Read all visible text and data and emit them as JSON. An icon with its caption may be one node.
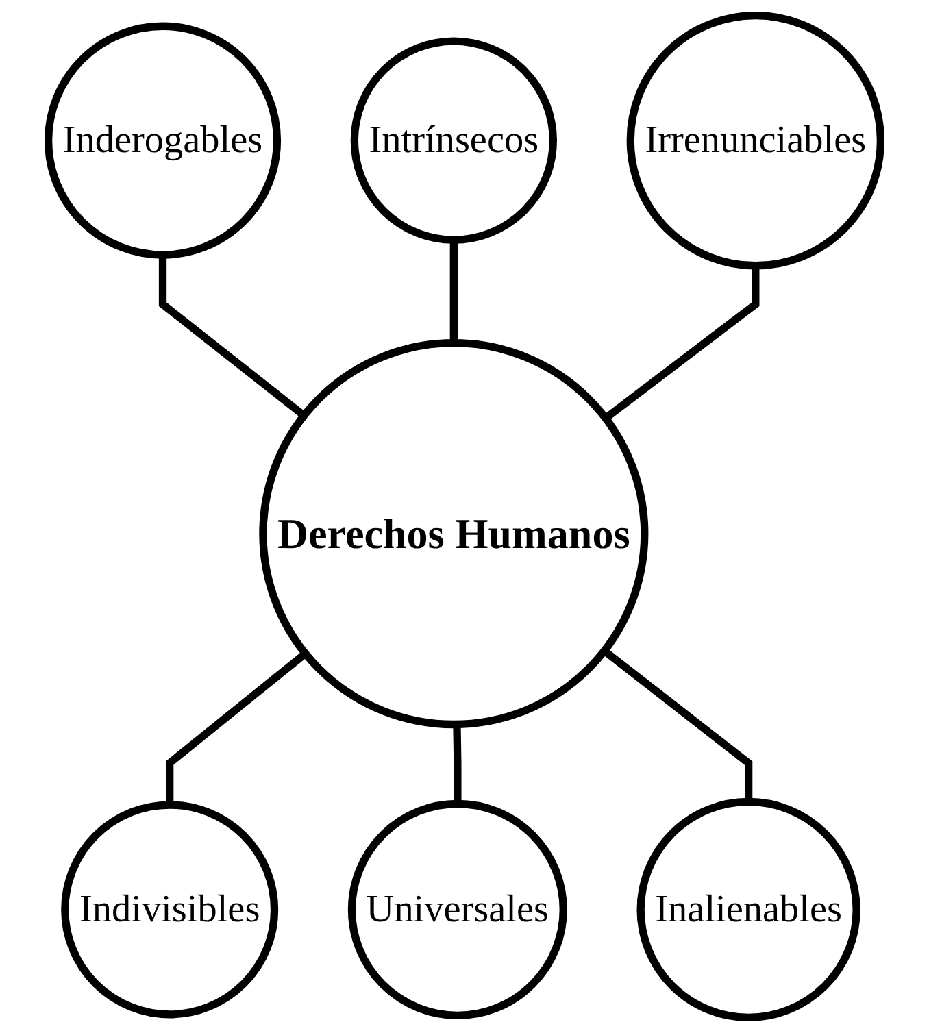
{
  "diagram": {
    "nodes": [
      {
        "text": [
          "Intrínsecos"
        ]
      },
      {
        "text": [
          "Inderogables"
        ]
      },
      {
        "text": [
          "Irrenunciables"
        ]
      },
      {
        "text": [
          "Derechos Humanos"
        ]
      },
      {
        "text": [
          "Indivisibles"
        ]
      },
      {
        "text": [
          "Inalienables"
        ]
      },
      {
        "text": [
          "Universales"
        ]
      }
    ],
    "edges": [
      {
        "from": 1,
        "to": 3,
        "arrow": "none"
      },
      {
        "from": 0,
        "to": 3,
        "arrow": "none"
      },
      {
        "from": 2,
        "to": 3,
        "arrow": "none"
      },
      {
        "from": 3,
        "to": 4,
        "arrow": "none"
      },
      {
        "from": 3,
        "to": 6,
        "arrow": "none"
      },
      {
        "from": 3,
        "to": 5,
        "arrow": "none"
      }
    ]
  }
}
